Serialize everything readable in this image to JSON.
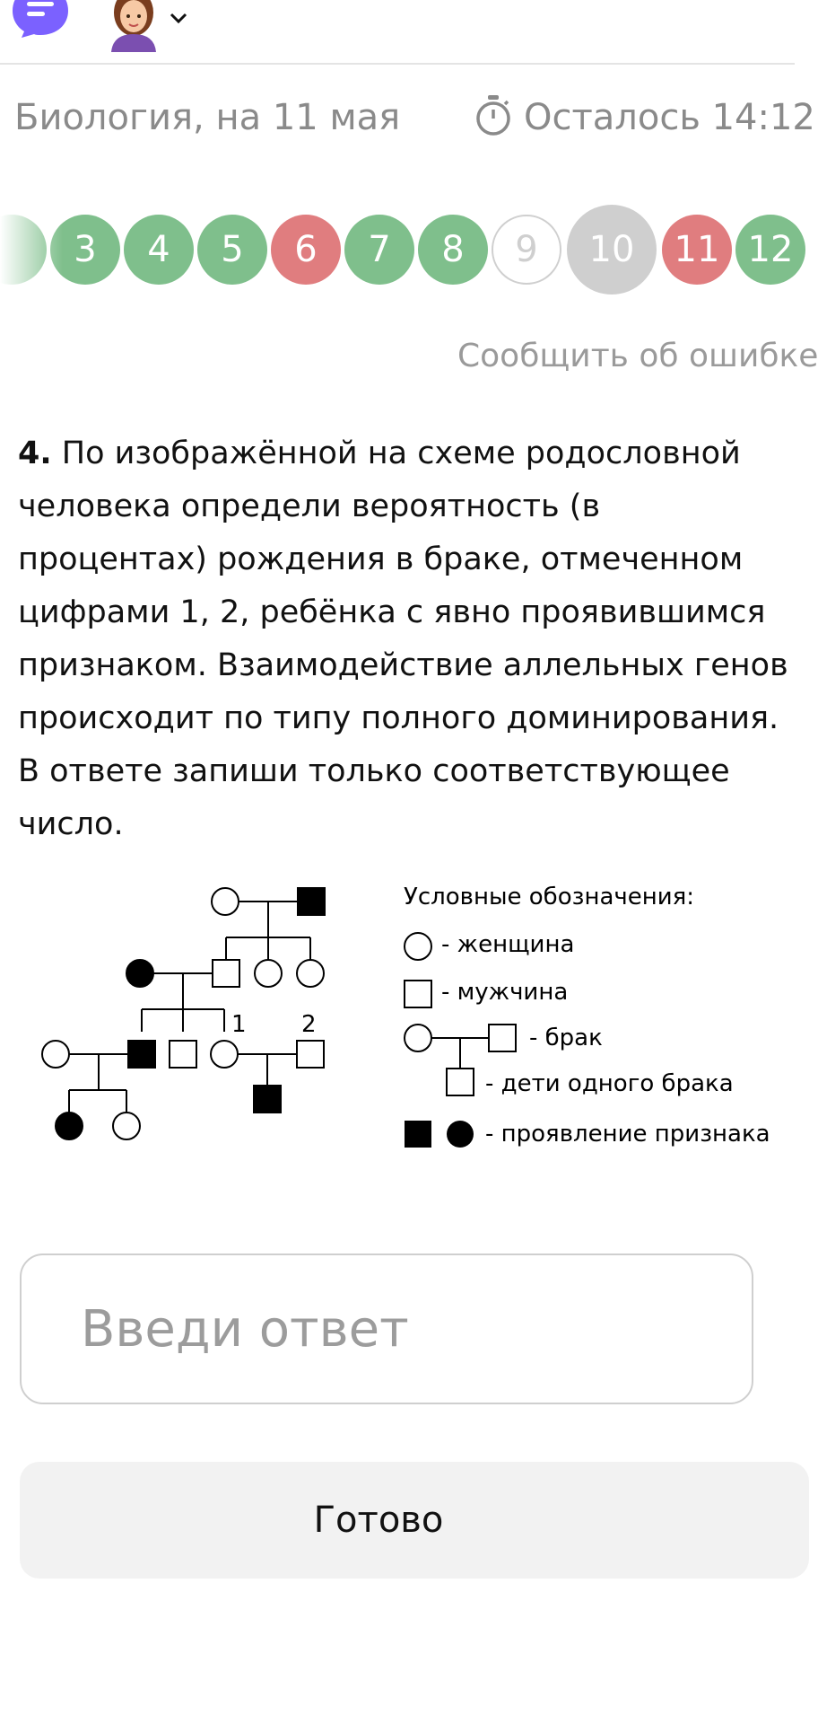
{
  "header": {
    "subject": "Биология, на 11 мая",
    "timer": "Осталось 14:12"
  },
  "questions_nav": [
    {
      "label": "",
      "status": "green"
    },
    {
      "label": "3",
      "status": "green"
    },
    {
      "label": "4",
      "status": "green"
    },
    {
      "label": "5",
      "status": "green"
    },
    {
      "label": "6",
      "status": "red"
    },
    {
      "label": "7",
      "status": "green"
    },
    {
      "label": "8",
      "status": "green"
    },
    {
      "label": "9",
      "status": "empty"
    },
    {
      "label": "10",
      "status": "current"
    },
    {
      "label": "11",
      "status": "red"
    },
    {
      "label": "12",
      "status": "green"
    }
  ],
  "report_link": "Сообщить об ошибке",
  "question": {
    "number": "4.",
    "text": "По изображённой на схеме родословной человека определи вероятность (в процентах) рождения в браке, отмеченном цифрами 1, 2, ребёнка с явно проявившимся признаком. Взаимодействие аллельных генов происходит по типу полного доминирования. В ответе запиши только соответствующее число."
  },
  "diagram": {
    "mark_1": "1",
    "mark_2": "2",
    "legend_title": "Условные обозначения:",
    "legend_female": "- женщина",
    "legend_male": "- мужчина",
    "legend_marriage": "- брак",
    "legend_children": "- дети одного брака",
    "legend_trait": "- проявление признака"
  },
  "answer": {
    "placeholder": "Введи ответ"
  },
  "done_button": "Готово",
  "colors": {
    "green": "#7fbf8c",
    "red": "#e07d7f",
    "current": "#cfcfcf",
    "accent": "#7b61ff"
  }
}
